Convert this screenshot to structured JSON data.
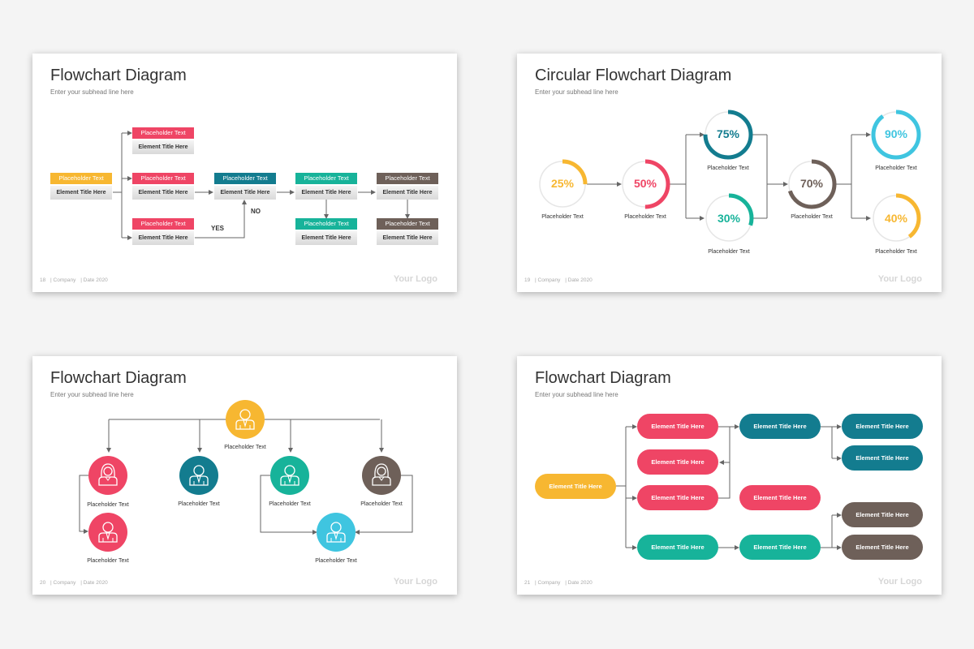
{
  "colors": {
    "yellow": "#f7b731",
    "red": "#ef4565",
    "teal": "#137c8f",
    "green": "#17b39a",
    "brown": "#6e6059",
    "cyan": "#3fc5e0",
    "grey": "#dcdcdc"
  },
  "slides": [
    {
      "title": "Flowchart Diagram",
      "subhead": "Enter your subhead line here",
      "footer": {
        "page": "18",
        "company": "| Company",
        "date": "| Date 2020"
      },
      "logo": "Your Logo",
      "placeholder": "Placeholder Text",
      "element": "Element Title Here",
      "yes": "YES",
      "no": "NO"
    },
    {
      "title": "Circular Flowchart Diagram",
      "subhead": "Enter your subhead line here",
      "footer": {
        "page": "19",
        "company": "| Company",
        "date": "| Date 2020"
      },
      "logo": "Your Logo",
      "circles": [
        {
          "pct": "25%",
          "value": 25,
          "color": "#f7b731",
          "label": "Placeholder Text"
        },
        {
          "pct": "50%",
          "value": 50,
          "color": "#ef4565",
          "label": "Placeholder Text"
        },
        {
          "pct": "75%",
          "value": 75,
          "color": "#137c8f",
          "label": "Placeholder Text"
        },
        {
          "pct": "30%",
          "value": 30,
          "color": "#17b39a",
          "label": "Placeholder Text"
        },
        {
          "pct": "70%",
          "value": 70,
          "color": "#6e6059",
          "label": "Placeholder Text"
        },
        {
          "pct": "90%",
          "value": 90,
          "color": "#3fc5e0",
          "label": "Placeholder Text"
        },
        {
          "pct": "40%",
          "value": 40,
          "color": "#f7b731",
          "label": "Placeholder Text"
        }
      ]
    },
    {
      "title": "Flowchart Diagram",
      "subhead": "Enter your subhead line here",
      "footer": {
        "page": "20",
        "company": "| Company",
        "date": "| Date 2020"
      },
      "logo": "Your Logo",
      "label": "Placeholder Text"
    },
    {
      "title": "Flowchart Diagram",
      "subhead": "Enter your subhead line here",
      "footer": {
        "page": "21",
        "company": "| Company",
        "date": "| Date 2020"
      },
      "logo": "Your Logo",
      "element": "Element Title Here"
    }
  ]
}
